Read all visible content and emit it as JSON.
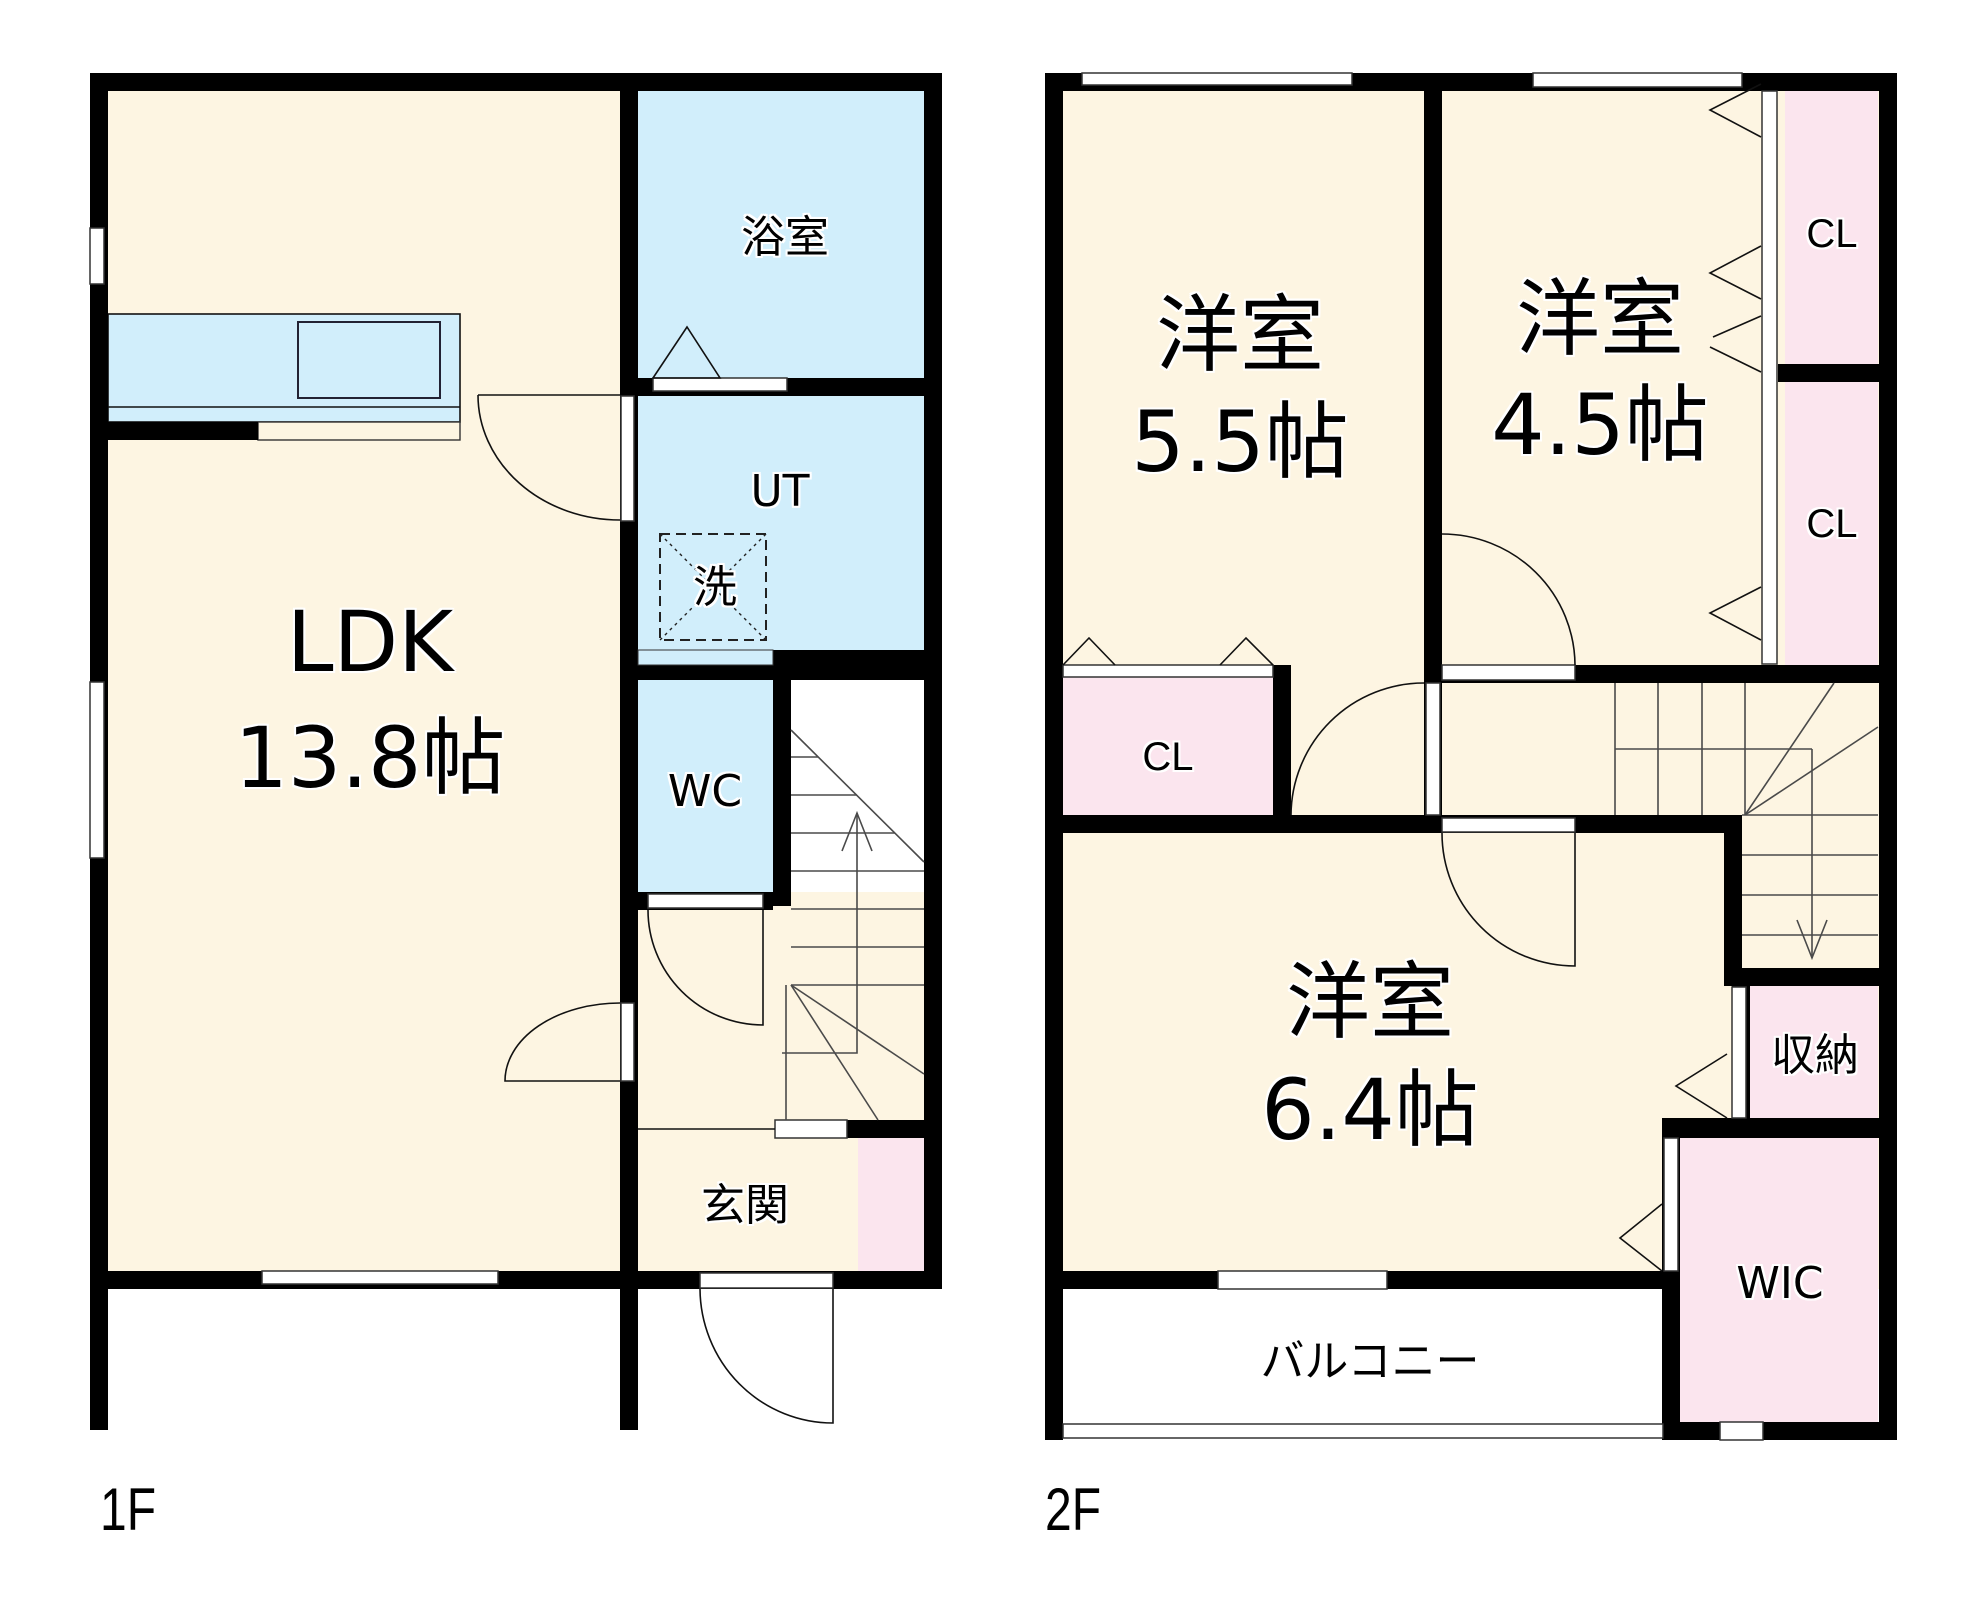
{
  "floors": [
    {
      "label": "1F",
      "rooms": {
        "ldk": {
          "name": "LDK",
          "size": "13.8帖"
        },
        "bath": {
          "name": "浴室"
        },
        "utility": {
          "name": "UT"
        },
        "washer": {
          "name": "洗"
        },
        "toilet": {
          "name": "WC"
        },
        "entrance": {
          "name": "玄関"
        }
      }
    },
    {
      "label": "2F",
      "rooms": {
        "western_room_a": {
          "name": "洋室",
          "size": "5.5帖"
        },
        "western_room_b": {
          "name": "洋室",
          "size": "4.5帖"
        },
        "western_room_c": {
          "name": "洋室",
          "size": "6.4帖"
        },
        "closet_a": {
          "name": "CL"
        },
        "closet_b": {
          "name": "CL"
        },
        "closet_c": {
          "name": "CL"
        },
        "storage": {
          "name": "収納"
        },
        "walk_in_closet": {
          "name": "WIC"
        },
        "balcony": {
          "name": "バルコニー"
        }
      }
    }
  ],
  "colors": {
    "wall": "#000000",
    "dry_room_floor": "#fdf5e2",
    "wet_area": "#d1eefb",
    "storage": "#fbe5ee",
    "background": "#ffffff"
  }
}
